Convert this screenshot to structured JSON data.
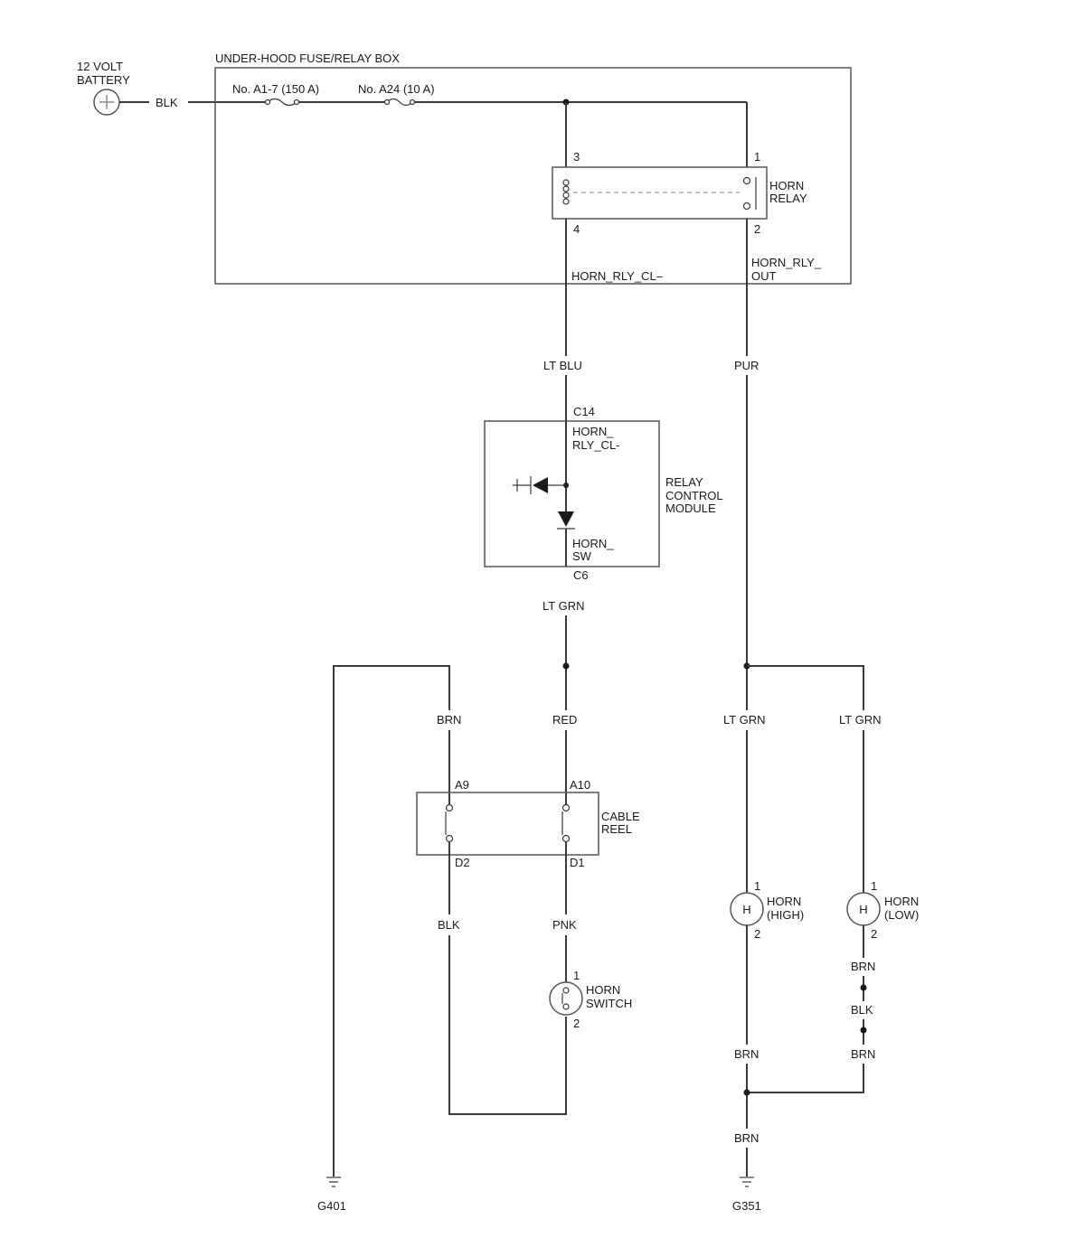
{
  "battery": {
    "label_line1": "12 VOLT",
    "label_line2": "BATTERY",
    "wire": "BLK"
  },
  "fuse_box": {
    "title": "UNDER-HOOD FUSE/RELAY BOX",
    "fuse1": "No. A1-7 (150 A)",
    "fuse2": "No. A24 (10 A)",
    "relay_line1": "HORN",
    "relay_line2": "RELAY",
    "pin3": "3",
    "pin1": "1",
    "pin4": "4",
    "pin2": "2",
    "out_left": "HORN_RLY_CL–",
    "out_right_line1": "HORN_RLY_",
    "out_right_line2": "OUT"
  },
  "wires": {
    "lt_blu": "LT BLU",
    "pur": "PUR",
    "lt_grn_mid": "LT GRN",
    "brn_left": "BRN",
    "red": "RED",
    "lt_grn_right1": "LT GRN",
    "lt_grn_right2": "LT GRN",
    "blk_left": "BLK",
    "pnk": "PNK",
    "brn_low_1": "BRN",
    "blk_low": "BLK",
    "brn_low_2": "BRN",
    "brn_high": "BRN",
    "brn_bottom": "BRN"
  },
  "relay_control_module": {
    "line1": "RELAY",
    "line2": "CONTROL",
    "line3": "MODULE",
    "pin_top": "C14",
    "sig_top_line1": "HORN_",
    "sig_top_line2": "RLY_CL-",
    "sig_bot_line1": "HORN_",
    "sig_bot_line2": "SW",
    "pin_bot": "C6"
  },
  "cable_reel": {
    "line1": "CABLE",
    "line2": "REEL",
    "pin_a9": "A9",
    "pin_a10": "A10",
    "pin_d2": "D2",
    "pin_d1": "D1"
  },
  "horn_switch": {
    "line1": "HORN",
    "line2": "SWITCH",
    "pin1": "1",
    "pin2": "2"
  },
  "horn_high": {
    "symbol": "H",
    "line1": "HORN",
    "line2": "(HIGH)",
    "pin1": "1",
    "pin2": "2"
  },
  "horn_low": {
    "symbol": "H",
    "line1": "HORN",
    "line2": "(LOW)",
    "pin1": "1",
    "pin2": "2"
  },
  "grounds": {
    "left": "G401",
    "right": "G351"
  }
}
